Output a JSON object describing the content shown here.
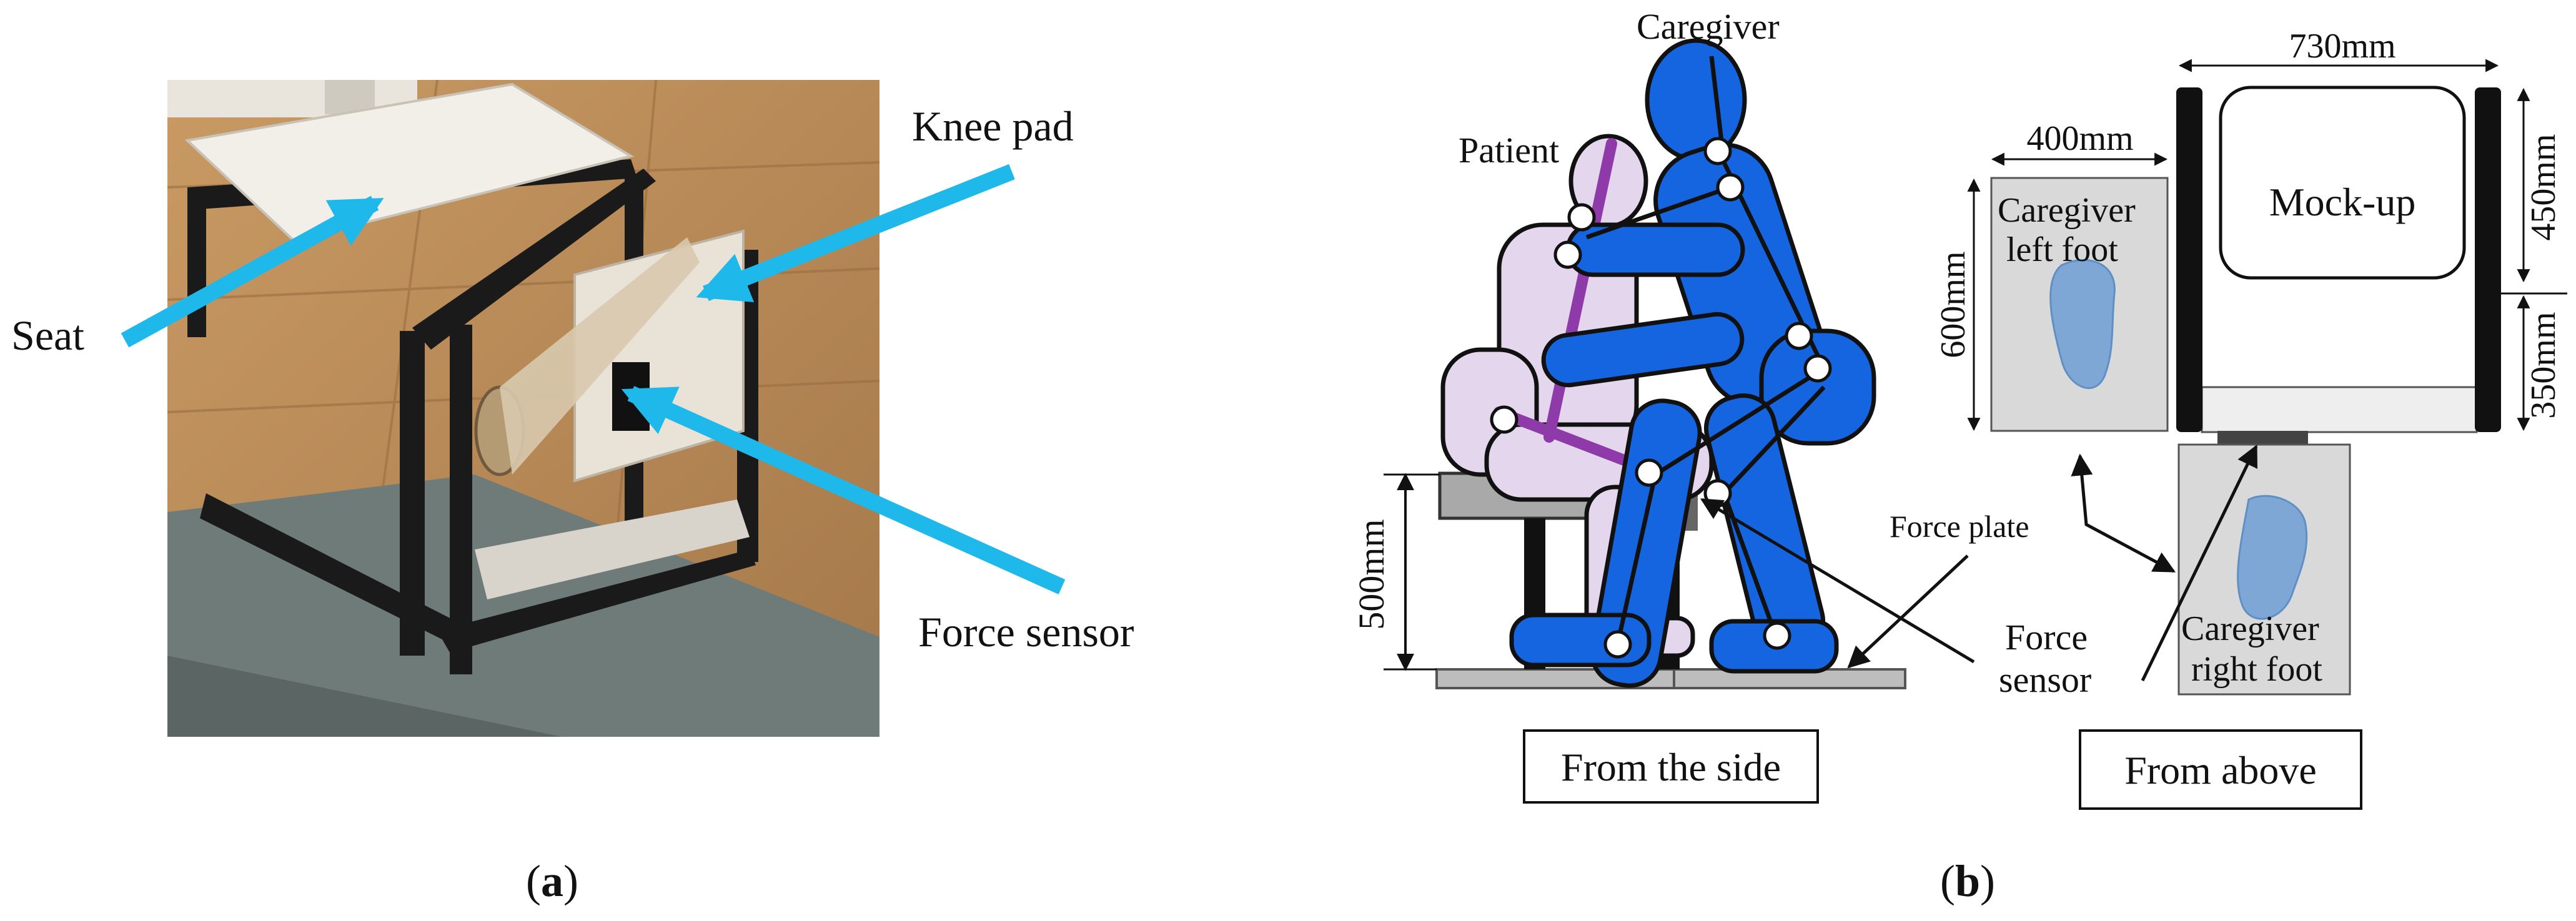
{
  "panel_a": {
    "labels": {
      "seat": "Seat",
      "knee_pad": "Knee pad",
      "force_sensor": "Force sensor"
    },
    "caption_letter": "a"
  },
  "panel_b": {
    "labels": {
      "caregiver": "Caregiver",
      "patient": "Patient",
      "force_plate": "Force plate",
      "force_sensor_line1": "Force",
      "force_sensor_line2": "sensor",
      "mockup": "Mock-up",
      "left_foot_line1": "Caregiver",
      "left_foot_line2": "left foot",
      "right_foot_line1": "Caregiver",
      "right_foot_line2": "right foot"
    },
    "dimensions": {
      "seat_height": "500mm",
      "width_730": "730mm",
      "width_400": "400mm",
      "length_600": "600mm",
      "depth_450": "450mm",
      "depth_350": "350mm"
    },
    "view_boxes": {
      "side": "From the side",
      "above": "From above"
    },
    "caption_letter": "b"
  },
  "colors": {
    "arrow": "#1fb8ea",
    "caregiver_fill": "#1565e0",
    "patient_fill": "#e4d6ec",
    "patient_spine": "#8e3aa8",
    "foot_zone": "#d9d9d9",
    "foot_print": "#7ea7d6"
  }
}
